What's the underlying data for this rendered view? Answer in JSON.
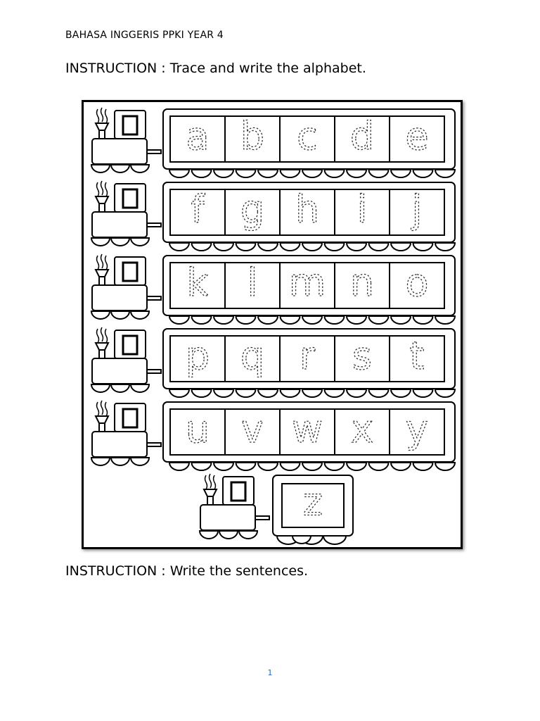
{
  "header": {
    "title": "BAHASA INGGERIS PPKI YEAR 4"
  },
  "instructions": {
    "first": "INSTRUCTION : Trace and write the alphabet.",
    "second": "INSTRUCTION : Write the sentences."
  },
  "worksheet": {
    "rows": [
      [
        "a",
        "b",
        "c",
        "d",
        "e"
      ],
      [
        "f",
        "g",
        "h",
        "i",
        "j"
      ],
      [
        "k",
        "l",
        "m",
        "n",
        "o"
      ],
      [
        "p",
        "q",
        "r",
        "s",
        "t"
      ],
      [
        "u",
        "v",
        "w",
        "x",
        "y"
      ]
    ],
    "last_letter": "z"
  },
  "footer": {
    "page_number": "1"
  },
  "colors": {
    "ink": "#000000",
    "trace": "#333333",
    "page_number": "#2e64c4"
  }
}
